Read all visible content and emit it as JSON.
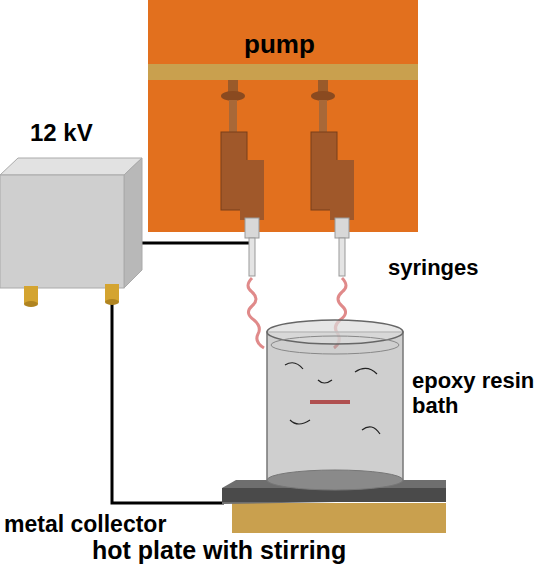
{
  "diagram": {
    "nodes": [
      {
        "text": [
          "pump"
        ]
      },
      {
        "text": [
          "12 kV"
        ]
      }
    ],
    "labels": [
      "syringes",
      "epoxy resin bath",
      "metal collector",
      "hot plate with stirring"
    ]
  }
}
